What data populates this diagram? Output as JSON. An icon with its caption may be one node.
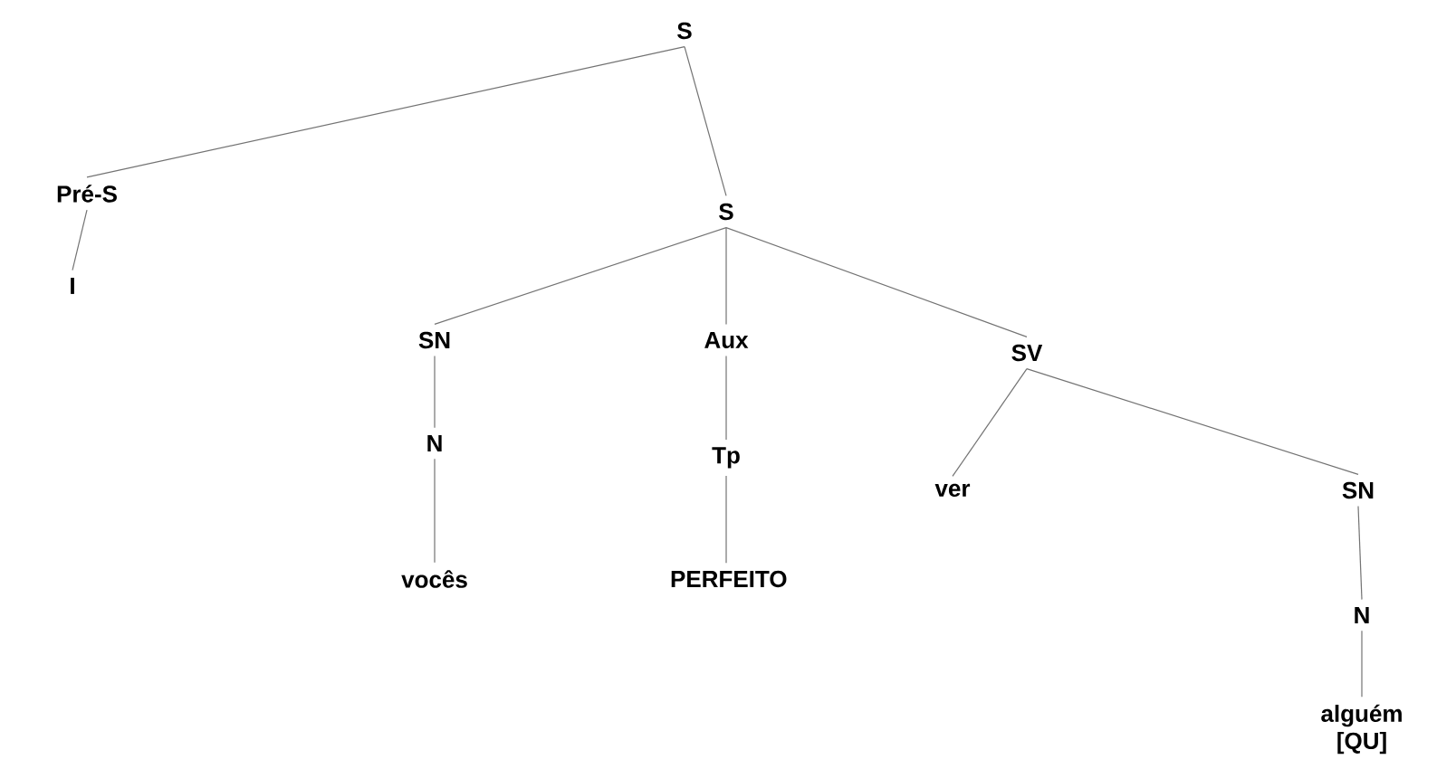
{
  "diagram": {
    "nodes": [
      {
        "text": [
          "S"
        ]
      },
      {
        "text": [
          "Pré-S"
        ]
      },
      {
        "text": [
          "I"
        ]
      },
      {
        "text": [
          "S"
        ]
      },
      {
        "text": [
          "SN"
        ]
      },
      {
        "text": [
          "Aux"
        ]
      },
      {
        "text": [
          "SV"
        ]
      },
      {
        "text": [
          "N"
        ]
      },
      {
        "text": [
          "Tp"
        ]
      },
      {
        "text": [
          "ver"
        ]
      },
      {
        "text": [
          "SN"
        ]
      },
      {
        "text": [
          "vocês"
        ]
      },
      {
        "text": [
          "PERFEITO"
        ]
      },
      {
        "text": [
          "N"
        ]
      },
      {
        "text": [
          "alguém [QU]"
        ]
      }
    ],
    "edges": [
      {
        "from": 0,
        "to": 1,
        "arrow": "none"
      },
      {
        "from": 0,
        "to": 3,
        "arrow": "none"
      },
      {
        "from": 1,
        "to": 2,
        "arrow": "none"
      },
      {
        "from": 3,
        "to": 4,
        "arrow": "none"
      },
      {
        "from": 3,
        "to": 5,
        "arrow": "none"
      },
      {
        "from": 3,
        "to": 6,
        "arrow": "none"
      },
      {
        "from": 4,
        "to": 7,
        "arrow": "none"
      },
      {
        "from": 5,
        "to": 8,
        "arrow": "none"
      },
      {
        "from": 6,
        "to": 9,
        "arrow": "none"
      },
      {
        "from": 6,
        "to": 10,
        "arrow": "none"
      },
      {
        "from": 7,
        "to": 11,
        "arrow": "none"
      },
      {
        "from": 8,
        "to": 12,
        "arrow": "none"
      },
      {
        "from": 10,
        "to": 13,
        "arrow": "none"
      },
      {
        "from": 13,
        "to": 14,
        "arrow": "none"
      }
    ]
  }
}
